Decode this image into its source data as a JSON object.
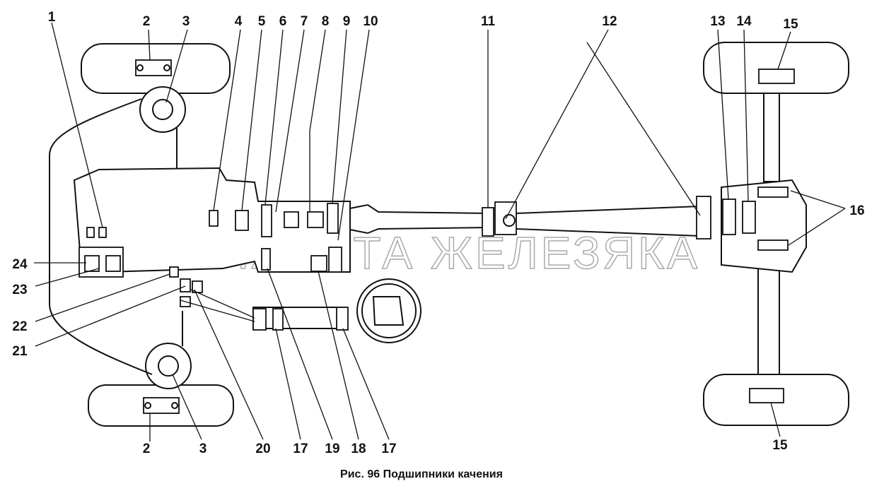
{
  "figure": {
    "caption": "Рис. 96 Подшипники качения",
    "watermark": "ПЛАНЕТА ЖЕЛЕЗЯКА",
    "callouts": {
      "c1": "1",
      "c2_top": "2",
      "c3_top": "3",
      "c4": "4",
      "c5": "5",
      "c6": "6",
      "c7": "7",
      "c8": "8",
      "c9": "9",
      "c10": "10",
      "c11": "11",
      "c12": "12",
      "c13": "13",
      "c14": "14",
      "c15_top": "15",
      "c16": "16",
      "c24": "24",
      "c23": "23",
      "c22": "22",
      "c21": "21",
      "c2_bottom": "2",
      "c3_bottom": "3",
      "c20": "20",
      "c17_a": "17",
      "c19": "19",
      "c18": "18",
      "c17_b": "17",
      "c15_bottom": "15"
    }
  }
}
